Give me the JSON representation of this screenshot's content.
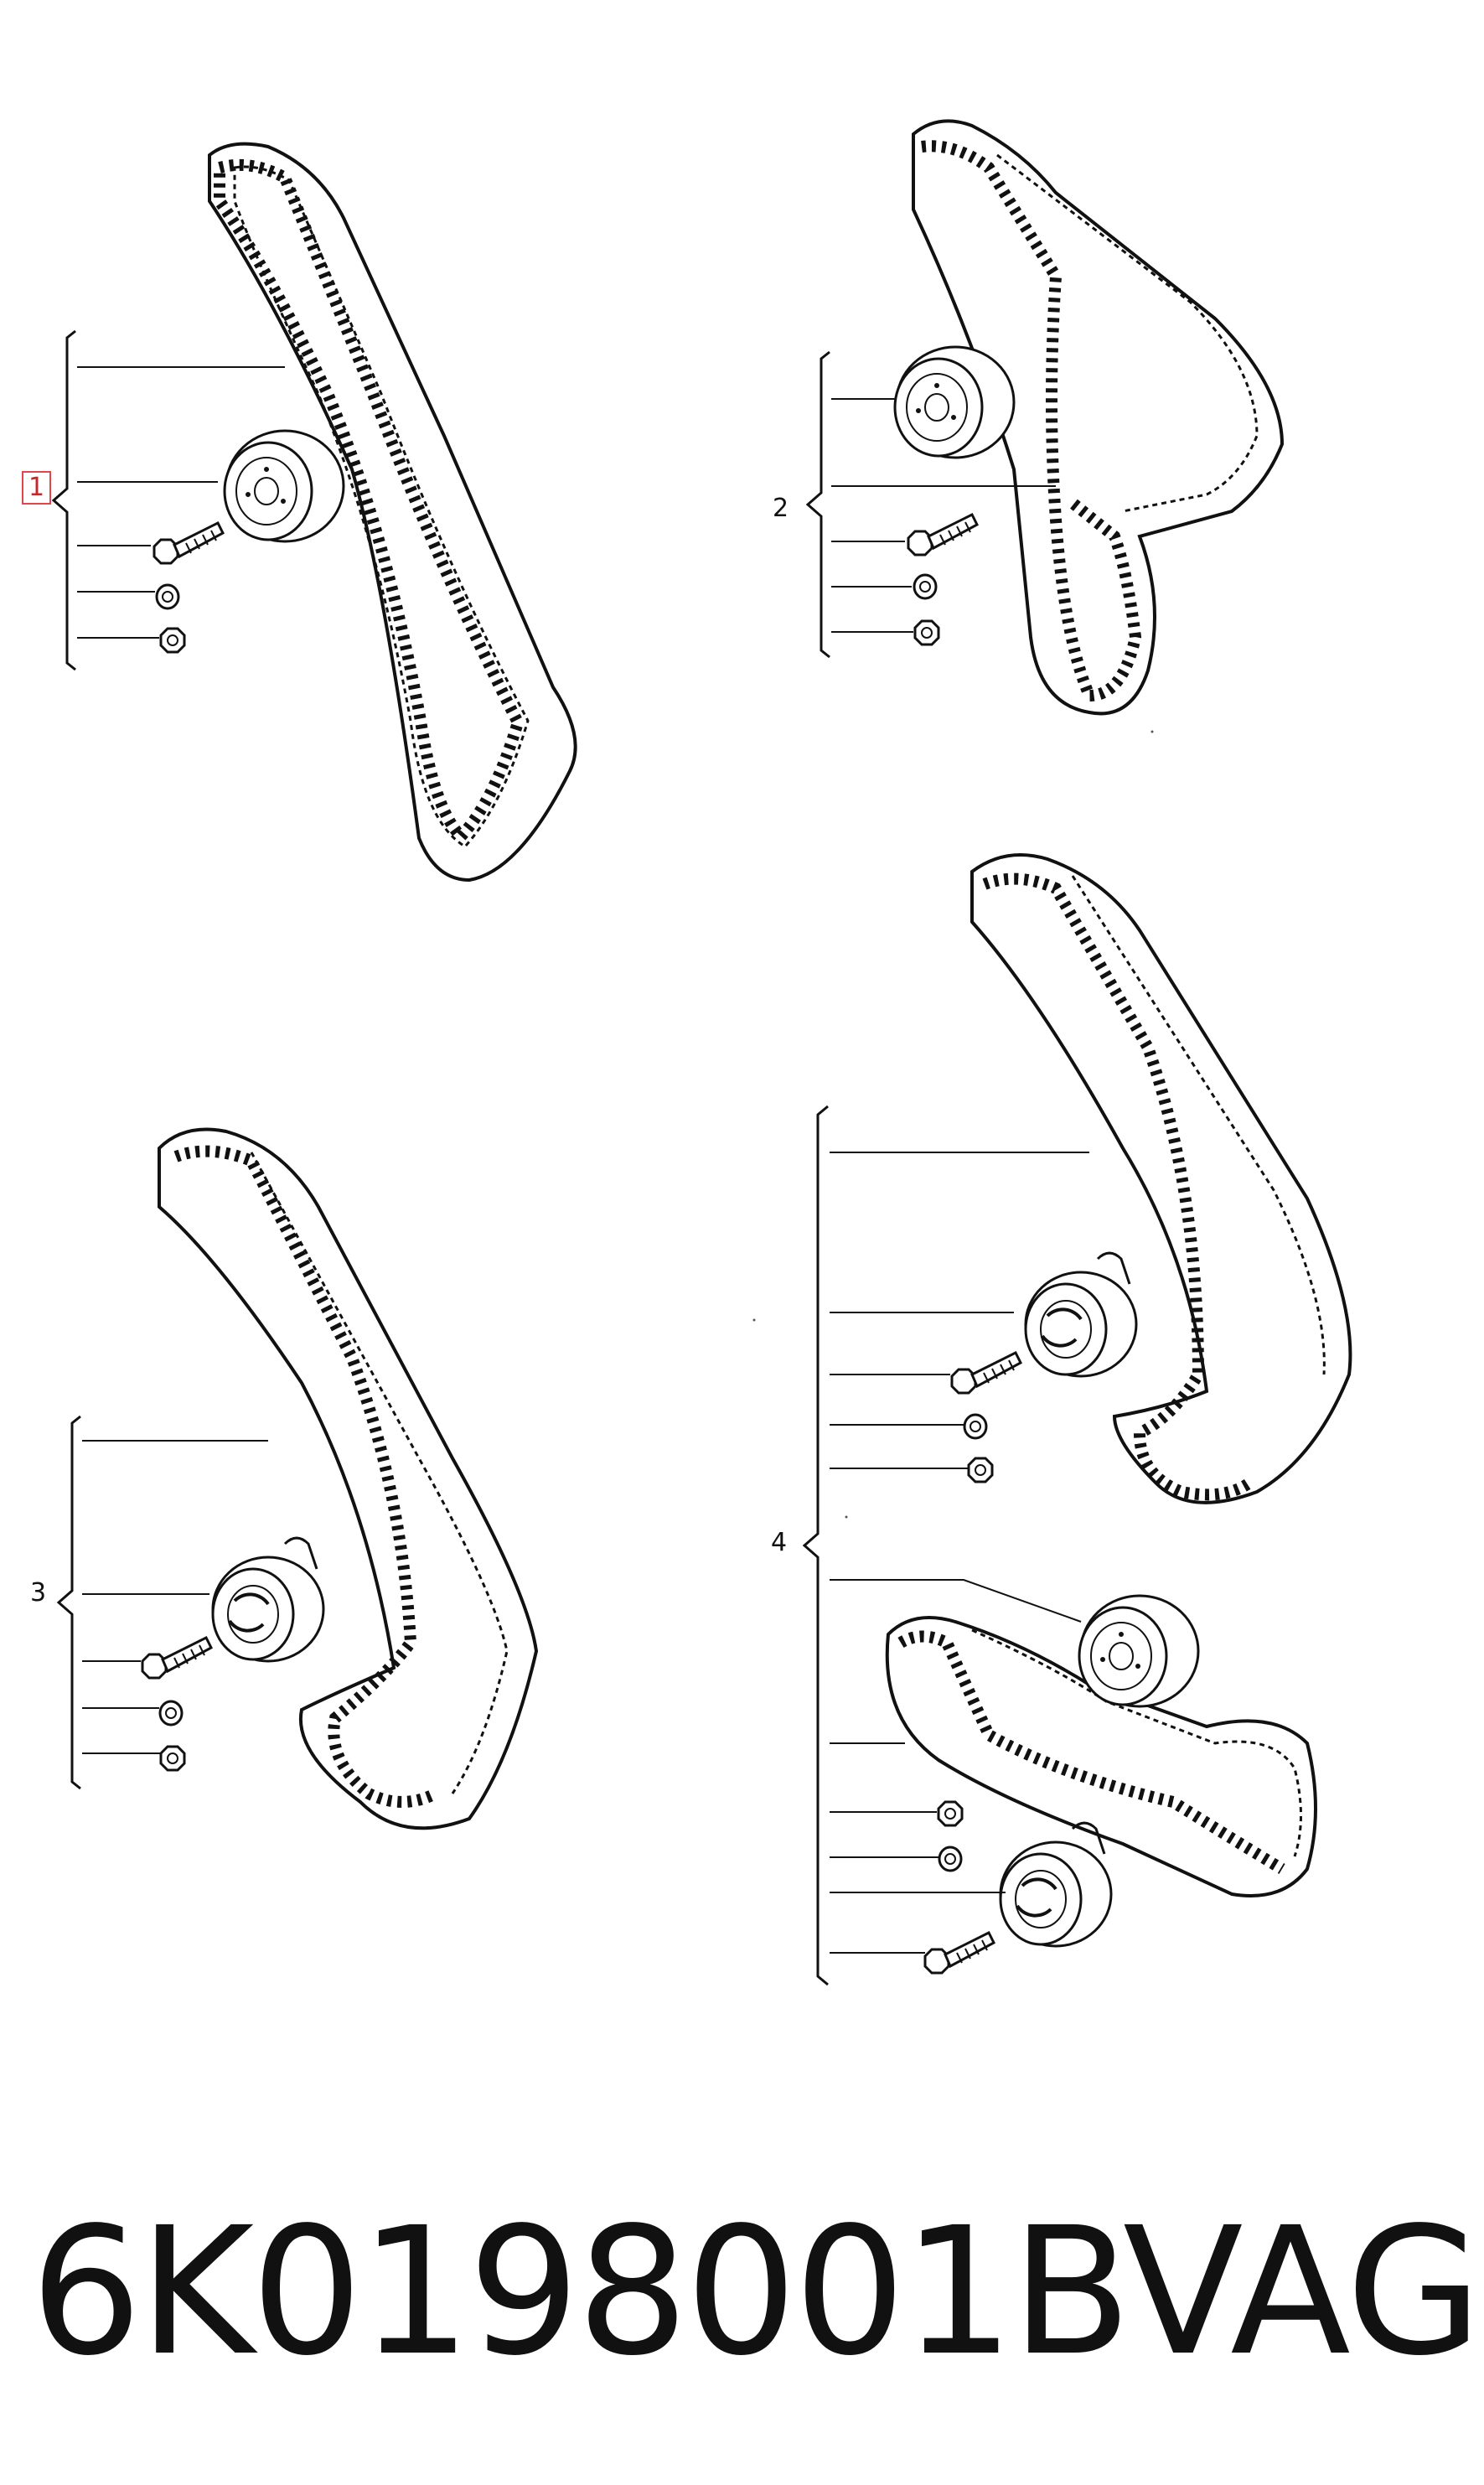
{
  "callouts": [
    "1",
    "2",
    "3",
    "4"
  ],
  "footer": {
    "part_number": "6K0198001B",
    "brand": "VAG"
  },
  "colors": {
    "line": "#111111",
    "highlight": "#e0474c"
  }
}
